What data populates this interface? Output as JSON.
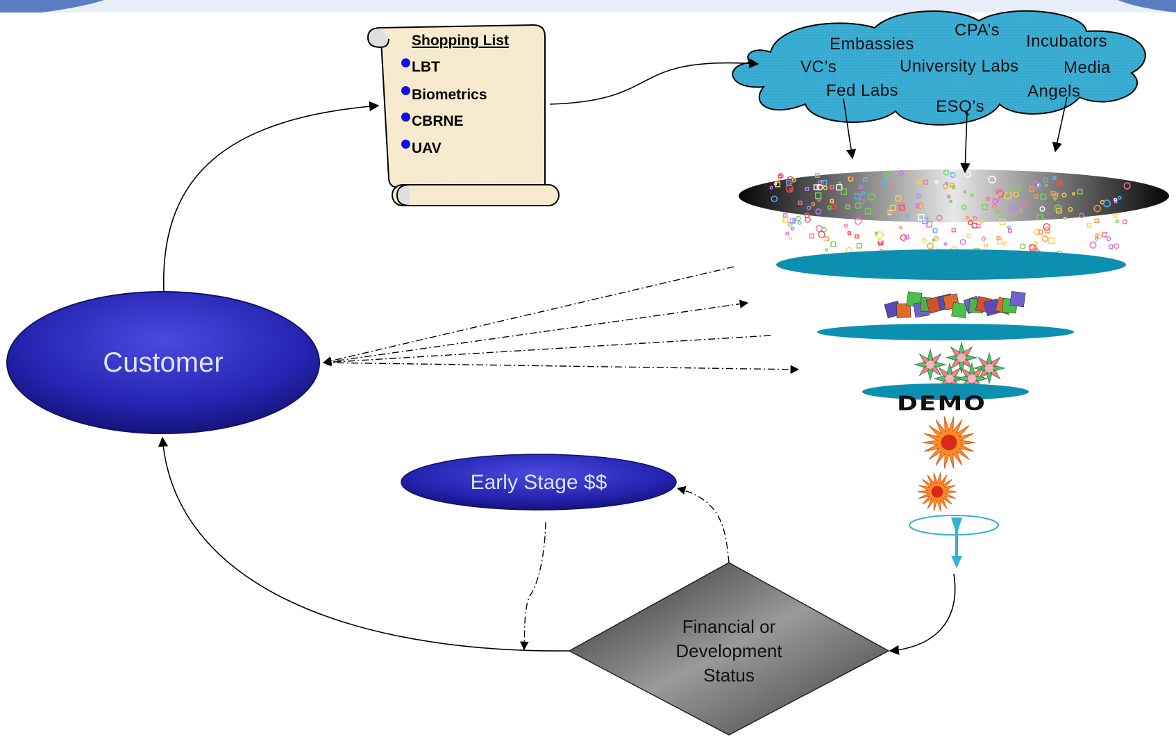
{
  "shopping_list": {
    "title": "Shopping List",
    "items": [
      "LBT",
      "Biometrics",
      "CBRNE",
      "UAV"
    ]
  },
  "cloud": {
    "labels": [
      "CPA’s",
      "Embassies",
      "Incubators",
      "VC’s",
      "University Labs",
      "Media",
      "Fed Labs",
      "Angels",
      "ESQ’s"
    ]
  },
  "customer": {
    "label": "Customer"
  },
  "early_stage": {
    "label": "Early Stage $$"
  },
  "status": {
    "lines": [
      "Financial or",
      "Development",
      "Status"
    ]
  },
  "funnel": {
    "demo_label": "DEMO"
  },
  "colors": {
    "ellipse_blue": "#2a2ab8",
    "cloud_fill": "#33a6cc",
    "funnel_teal": "#0d8fb0",
    "scroll_fill": "#f7ebcf",
    "diamond_gray": "#6a6a6a"
  }
}
